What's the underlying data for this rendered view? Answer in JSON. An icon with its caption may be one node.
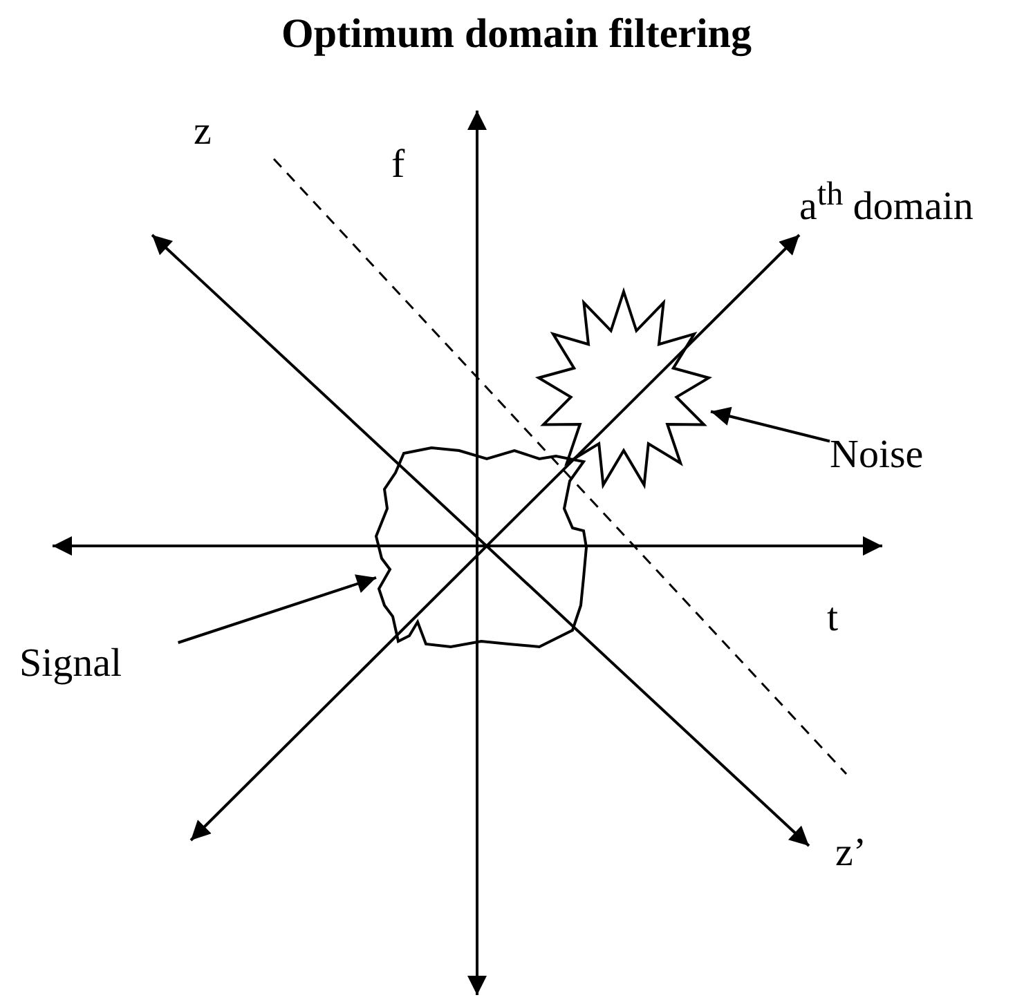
{
  "diagram": {
    "title": "Optimum domain filtering",
    "nodes": [
      {
        "text": [
          "Signal"
        ]
      },
      {
        "text": [],
        "shape": "cloud"
      },
      {
        "text": [
          "Noise"
        ]
      },
      {
        "text": [],
        "shape": "star"
      }
    ],
    "edges": [
      {
        "from": 0,
        "to": 1,
        "arrow": "to"
      },
      {
        "from": 2,
        "to": 3,
        "arrow": "to"
      }
    ],
    "labels": [
      "z",
      "f",
      "a$^{th}$ domain",
      "t",
      "z’"
    ]
  }
}
